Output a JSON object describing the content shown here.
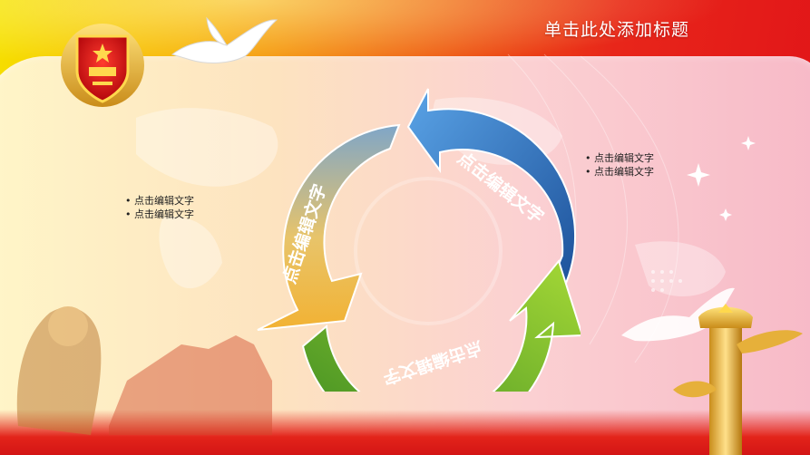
{
  "slide": {
    "title": "单击此处添加标题",
    "cycle_labels": [
      "点击编辑文字",
      "点击编辑文字",
      "点击编辑文字"
    ],
    "left_bullets": [
      "点击编辑文字",
      "点击编辑文字"
    ],
    "right_bullets": [
      "点击编辑文字",
      "点击编辑文字"
    ]
  },
  "emblem": {
    "icon": "national-emblem-icon"
  },
  "colors": {
    "banner_red": "#e01218",
    "banner_yellow": "#f6e000",
    "arrow_blue": "#2a6fbe",
    "arrow_green": "#6cb52c",
    "arrow_gold": "#e8c46a"
  }
}
